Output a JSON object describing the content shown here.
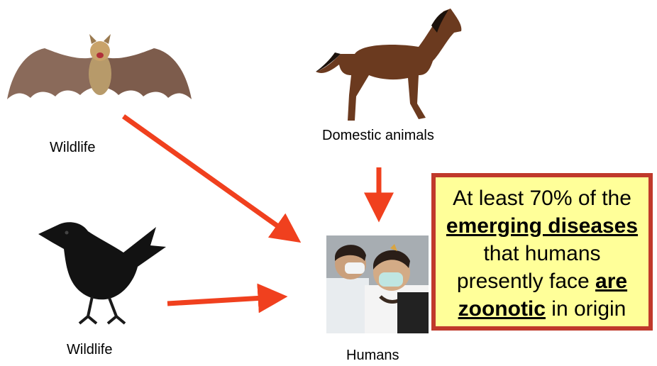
{
  "labels": {
    "wildlife_top": "Wildlife",
    "wildlife_bottom": "Wildlife",
    "domestic": "Domestic animals",
    "humans": "Humans"
  },
  "callout": {
    "line1": "At least 70% of the",
    "line2_bold": "emerging diseases",
    "line3": "that humans",
    "line4_pre": "presently face ",
    "line4_bold": "are",
    "line5_bold": "zoonotic",
    "line5_post": " in origin"
  },
  "images": [
    "bat",
    "horse",
    "crow",
    "humans-wearing-masks"
  ],
  "colors": {
    "arrow": "#f0401e",
    "callout_bg": "#ffff99",
    "callout_border": "#c0392b"
  }
}
